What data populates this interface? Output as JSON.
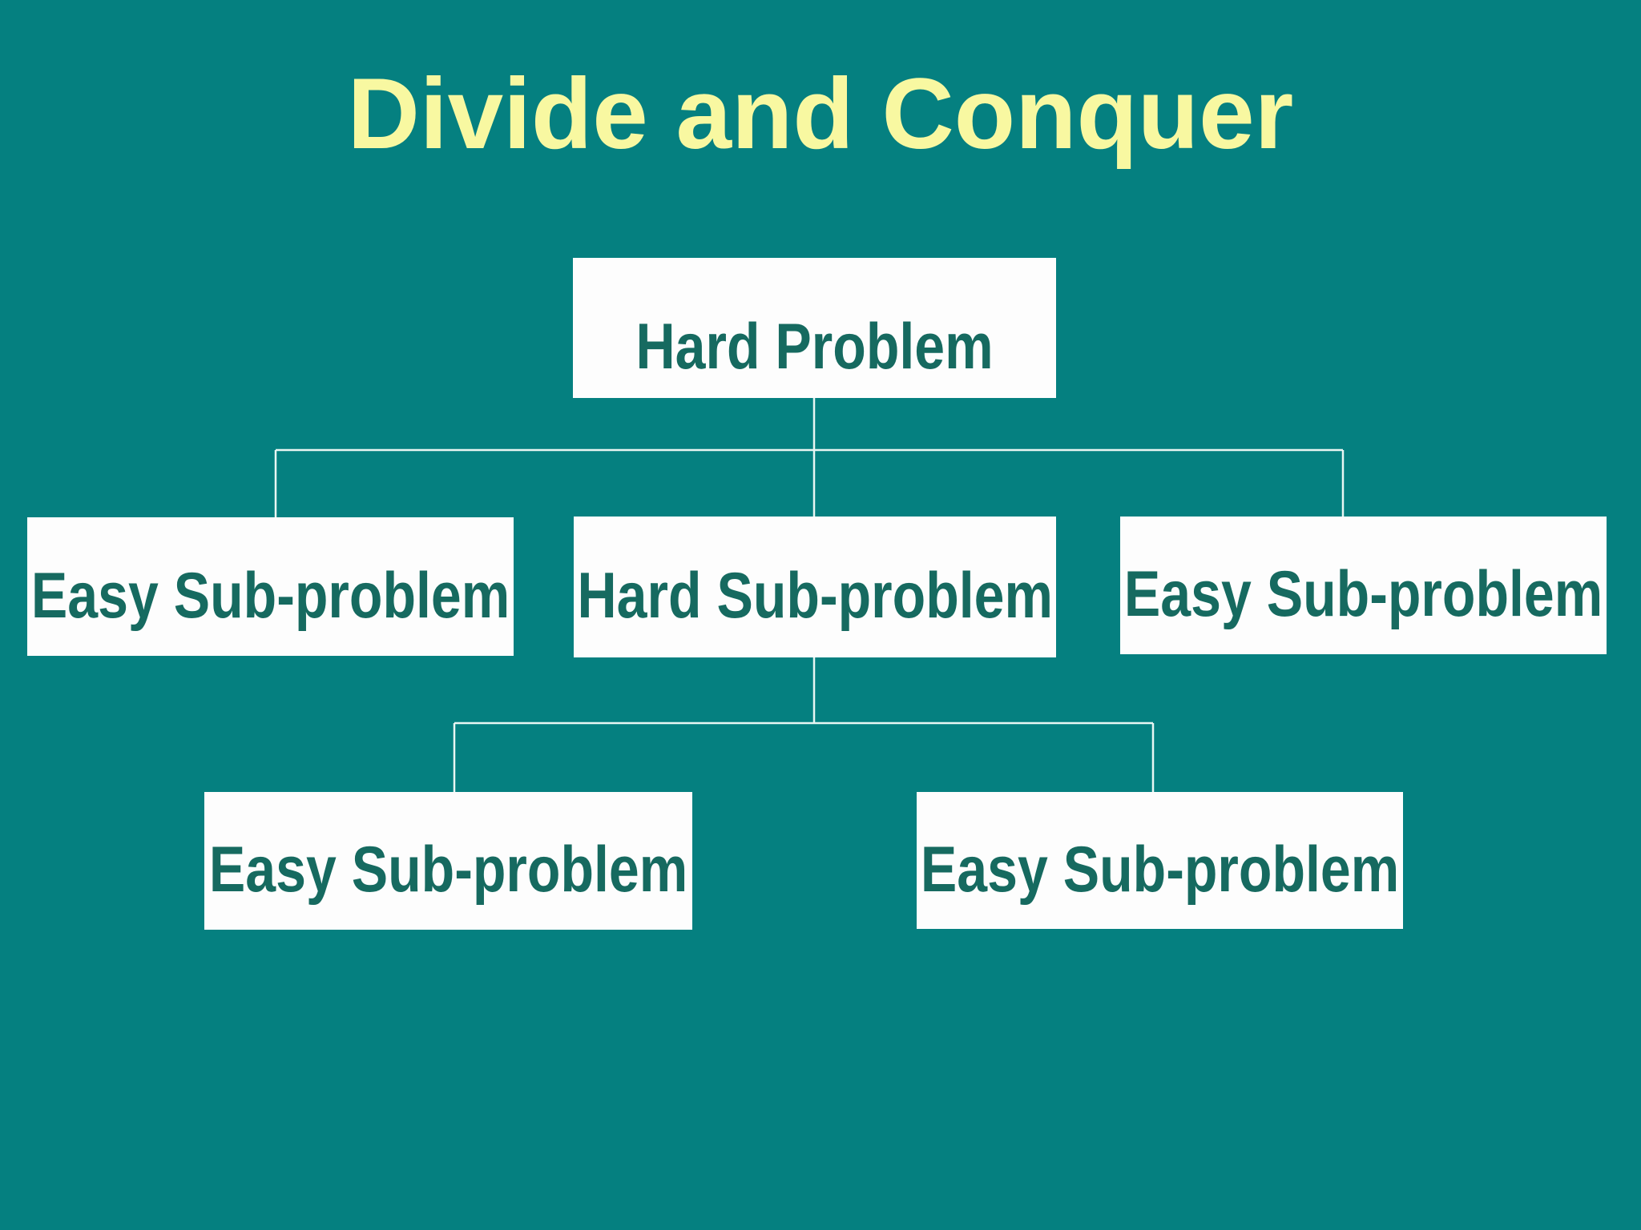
{
  "title": "Divide and Conquer",
  "colors": {
    "background": "#058080",
    "title_text": "#f8f8a1",
    "box_fill": "#fdfdfd",
    "box_text": "#166a60",
    "connector": "#e9f6f3"
  },
  "diagram": {
    "type": "tree",
    "root": {
      "label": "Hard Problem"
    },
    "level1": [
      {
        "label": "Easy Sub-problem"
      },
      {
        "label": "Hard Sub-problem"
      },
      {
        "label": "Easy Sub-problem"
      }
    ],
    "level2": [
      {
        "label": "Easy Sub-problem"
      },
      {
        "label": "Easy Sub-problem"
      }
    ]
  }
}
